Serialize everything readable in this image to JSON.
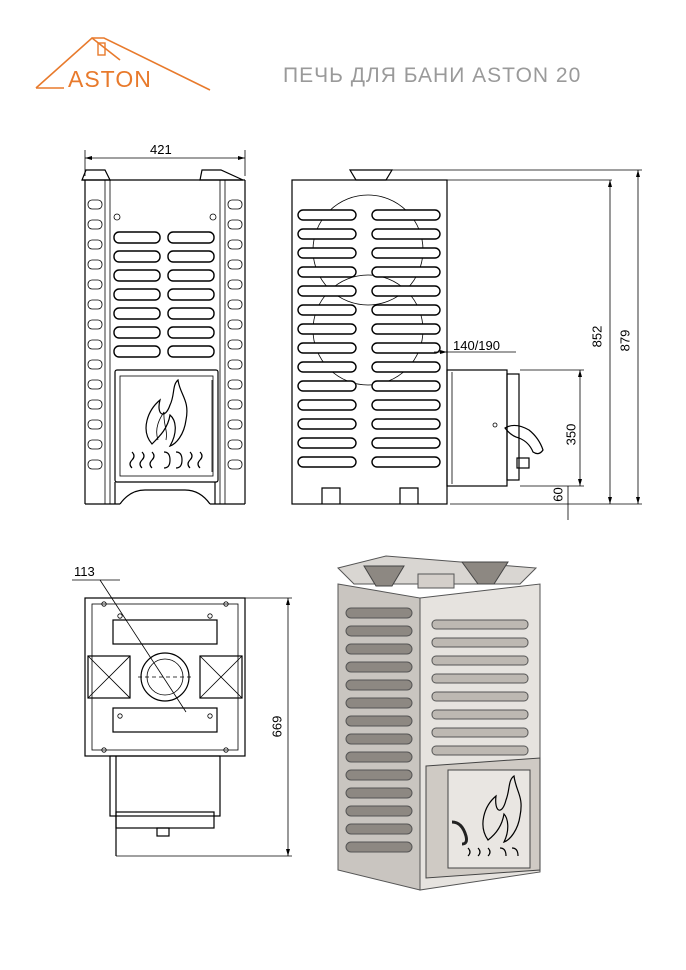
{
  "brand": {
    "name": "ASTON",
    "color": "#e87a2c"
  },
  "title": "ПЕЧЬ ДЛЯ БАНИ ASTON 20",
  "dimensions": {
    "width_total": "421",
    "height_body": "852",
    "height_total": "879",
    "chimney_offset": "140/190",
    "door_height": "350",
    "door_bottom": "60",
    "pipe_diameter": "113",
    "depth": "669"
  },
  "colors": {
    "title": "#9a9a9a",
    "line": "#000000",
    "render_face": "#e8e6e3",
    "render_shadow": "#b9b4ae"
  }
}
